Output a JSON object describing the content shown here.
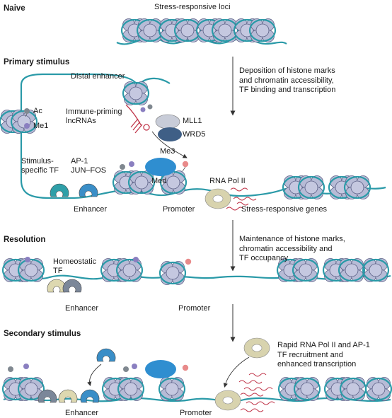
{
  "stages": {
    "naive": "Naive",
    "primary": "Primary stimulus",
    "resolution": "Resolution",
    "secondary": "Secondary stimulus"
  },
  "arrows": {
    "primary_note": "Deposition of histone marks\nand chromatin accessibility,\nTF binding and transcription",
    "resolution_note": "Maintenance of histone marks,\nchromatin accessibility and\nTF occupancy",
    "secondary_note": "Rapid RNA Pol II and AP-1\nTF recruitment and\nenhanced transcription"
  },
  "labels": {
    "stress_loci": "Stress-responsive loci",
    "distal_enhancer": "Distal enhancer",
    "ac": "Ac",
    "me1": "Me1",
    "lncrnas": "Immune-priming\nlncRNAs",
    "mll1": "MLL1",
    "wrd5": "WRD5",
    "me3": "Me3",
    "stimulus_tf": "Stimulus-\nspecific TF",
    "ap1": "AP-1\nJUN–FOS",
    "med": "Med",
    "rna_pol": "RNA Pol  II",
    "enhancer_primary": "Enhancer",
    "promoter_primary": "Promoter",
    "stress_genes": "Stress-responsive genes",
    "homeostatic_tf": "Homeostatic\nTF",
    "enhancer_resolution": "Enhancer",
    "promoter_resolution": "Promoter",
    "enhancer_secondary": "Enhancer",
    "promoter_secondary": "Promoter"
  },
  "colors": {
    "dna": "#2a9aa8",
    "nucleosome_fill": "#b7bbd6",
    "nucleosome_edge": "#5a5f85",
    "mark_purple": "#8a7fc0",
    "mark_gray": "#808890",
    "mark_pink": "#e88a8a",
    "tf_teal": "#2f9fa8",
    "tf_blue": "#3a8ec7",
    "tf_beige": "#ddd8b0",
    "tf_slate": "#7b8799",
    "mediator": "#2f8ed0",
    "mll1": "#c8ccd8",
    "wrd5": "#3f5f86",
    "rna_pol": "#d8d3ae",
    "lncrna": "#c0364a",
    "arrow": "#333333"
  }
}
